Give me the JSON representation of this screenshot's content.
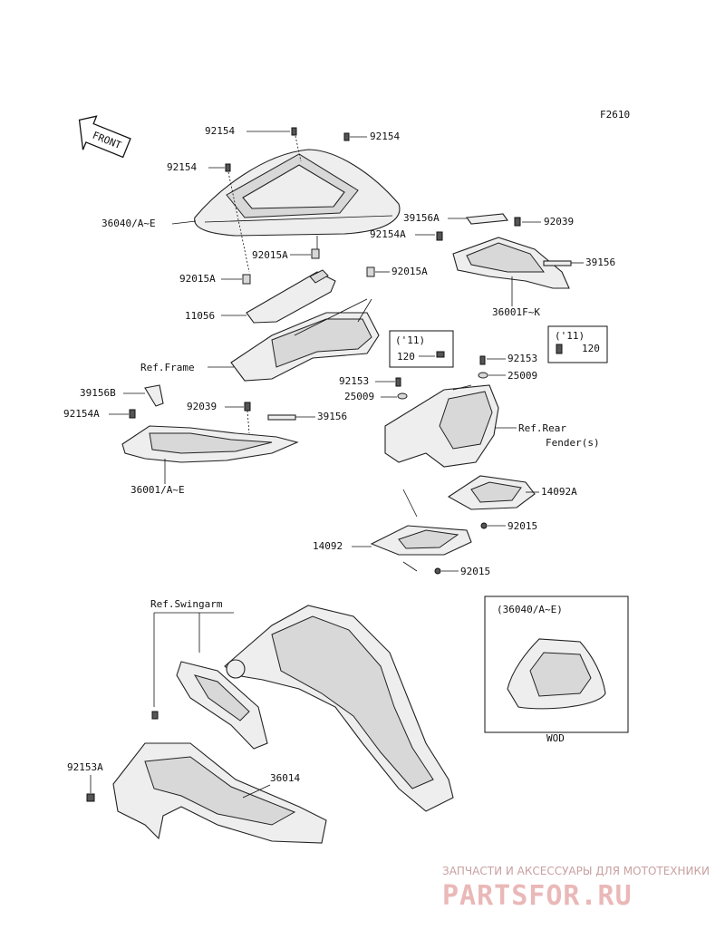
{
  "diagram": {
    "code": "F2610",
    "front": "FRONT",
    "callouts": {
      "c92154a": "92154",
      "c92154b": "92154",
      "c92154c": "92154",
      "c36040": "36040/A~E",
      "c92015a1": "92015A",
      "c92015a2": "92015A",
      "c92015a3": "92015A",
      "c11056": "11056",
      "refFrame": "Ref.Frame",
      "c39156a": "39156A",
      "c92039a": "92039",
      "c92154A1": "92154A",
      "c39156a2": "39156",
      "c36001fk": "36001F~K",
      "y11a": "('11)",
      "c120a": "120",
      "y11b": "('11)",
      "c120b": "120",
      "c92153a": "92153",
      "c25009a": "25009",
      "c92153b": "92153",
      "c25009b": "25009",
      "refRear1": "Ref.Rear",
      "refRear2": "Fender(s)",
      "c39156b": "39156B",
      "c92154A2": "92154A",
      "c92039b": "92039",
      "c39156b2": "39156",
      "c36001ae": "36001/A~E",
      "c14092a": "14092A",
      "c92015b": "92015",
      "c14092": "14092",
      "c92015c": "92015",
      "refSwingarm": "Ref.Swingarm",
      "inset": "(36040/A~E)",
      "wod": "WOD",
      "c92153A": "92153A",
      "c36014": "36014"
    }
  },
  "watermark": {
    "line1": "ЗАПЧАСТИ И АКСЕССУАРЫ ДЛЯ МОТОТЕХНИКИ",
    "line2": "PARTSFOR.RU"
  }
}
